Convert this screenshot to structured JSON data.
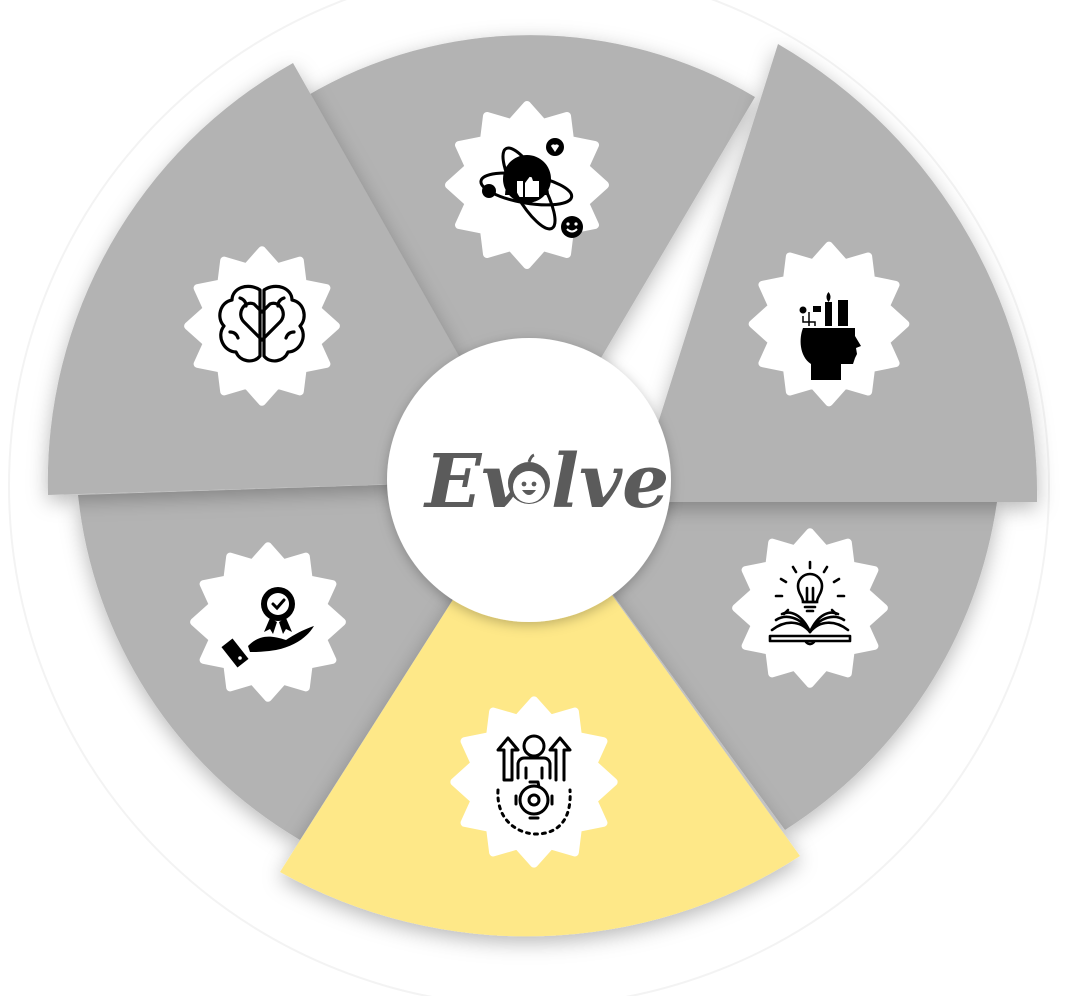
{
  "logo": {
    "text_left": "Ev",
    "text_right": "lve",
    "color": "#5b5b5b"
  },
  "colors": {
    "segment_grey": "#b3b3b3",
    "segment_active": "#fee888",
    "badge": "#ffffff",
    "icon": "#000000",
    "center": "#ffffff"
  },
  "segments": [
    {
      "id": "emotional",
      "icon": "brain-heart-icon",
      "active": false
    },
    {
      "id": "social",
      "icon": "social-network-icon",
      "active": false
    },
    {
      "id": "creative",
      "icon": "creative-head-icon",
      "active": false
    },
    {
      "id": "learning",
      "icon": "book-lightbulb-icon",
      "active": false
    },
    {
      "id": "growth",
      "icon": "person-gear-growth-icon",
      "active": true
    },
    {
      "id": "quality",
      "icon": "hand-award-icon",
      "active": false
    }
  ]
}
